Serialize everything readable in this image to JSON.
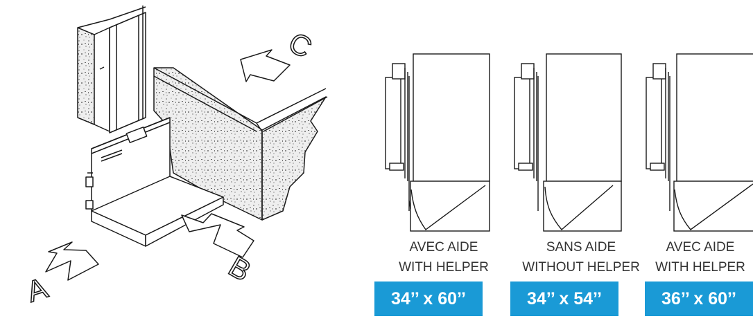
{
  "directions": {
    "a": "A",
    "b": "B",
    "c": "C"
  },
  "configurations": [
    {
      "line1": "AVEC AIDE",
      "line2": "WITH HELPER",
      "size": "34’’ x 60’’"
    },
    {
      "line1": "SANS AIDE",
      "line2": "WITHOUT HELPER",
      "size": "34’’ x 54’’"
    },
    {
      "line1": "AVEC AIDE",
      "line2": "WITH HELPER",
      "size": "36’’ x 60’’"
    }
  ],
  "colors": {
    "badge": "#1a9ad6",
    "line": "#1a1a1a",
    "concrete": "#d9d9d9",
    "text": "#333333"
  }
}
